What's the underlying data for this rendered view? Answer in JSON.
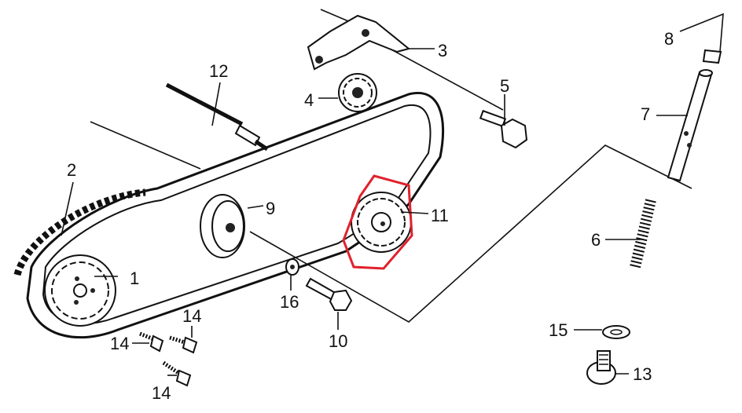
{
  "labels": {
    "p1": "1",
    "p2": "2",
    "p3": "3",
    "p4": "4",
    "p5": "5",
    "p6": "6",
    "p7": "7",
    "p8": "8",
    "p9": "9",
    "p10": "10",
    "p11": "11",
    "p12": "12",
    "p13": "13",
    "p14a": "14",
    "p14b": "14",
    "p14c": "14",
    "p15": "15",
    "p16": "16"
  },
  "highlight": {
    "part": "11",
    "color": "#e0212c"
  }
}
